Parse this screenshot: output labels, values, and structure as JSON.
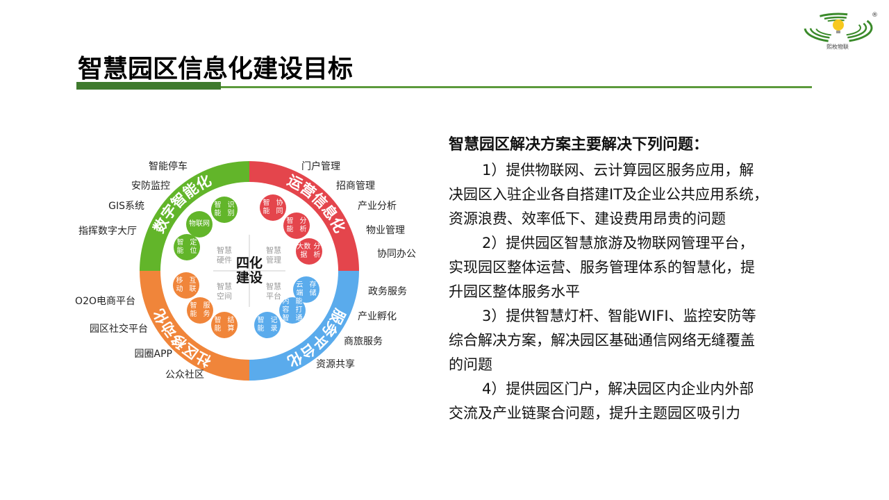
{
  "header": {
    "title": "智慧园区信息化建设目标",
    "logo_text": "熙枚物联"
  },
  "colors": {
    "green": "#62b52a",
    "red": "#e4454c",
    "blue": "#5aabec",
    "orange": "#f0853a",
    "title_bar": "#3f7a2e"
  },
  "diagram": {
    "center": "四化建设",
    "center_lines": [
      "四化",
      "建设"
    ],
    "ring": {
      "green": "数字智能化",
      "red": "运营信息化",
      "blue": "服务平台化",
      "orange": "社区移动化"
    },
    "quadrants": {
      "top_left": [
        "智慧",
        "硬件"
      ],
      "top_right": [
        "智慧",
        "管理"
      ],
      "bottom_left": [
        "智慧",
        "空间"
      ],
      "bottom_right": [
        "智慧",
        "平台"
      ]
    },
    "bubbles": {
      "green": [
        [
          "智能",
          "识别"
        ],
        [
          "物联",
          "网"
        ],
        [
          "智能",
          "定位"
        ]
      ],
      "red": [
        [
          "智能",
          "协同"
        ],
        [
          "智能",
          "分析"
        ],
        [
          "大数据",
          "分析"
        ]
      ],
      "orange": [
        [
          "移动",
          "互联"
        ],
        [
          "智能",
          "服务"
        ],
        [
          "智能",
          "结算"
        ]
      ],
      "blue": [
        [
          "云端",
          "存储"
        ],
        [
          "内容智",
          "能打通"
        ],
        [
          "智能",
          "记录"
        ]
      ]
    },
    "outer_left": [
      "智能停车",
      "安防监控",
      "GIS系统",
      "指挥数字大厅",
      "O2O电商平台",
      "园区社交平台",
      "园圈APP",
      "公众社区"
    ],
    "outer_right": [
      "门户管理",
      "招商管理",
      "产业分析",
      "物业管理",
      "协同办公",
      "政务服务",
      "产业孵化",
      "商旅服务",
      "资源共享"
    ]
  },
  "content": {
    "heading": "智慧园区解决方案主要解决下列问题：",
    "lines": [
      "1）提供物联网、云计算园区服务应用，解",
      "决园区入驻企业各自搭建IT及企业公共应用系统，",
      "资源浪费、效率低下、建设费用昂贵的问题",
      "2）提供园区智慧旅游及物联网管理平台，",
      "实现园区整体运营、服务管理体系的智慧化，提",
      "升园区整体服务水平",
      "3）提供智慧灯杆、智能WIFI、监控安防等",
      "综合解决方案，解决园区基础通信网络无缝覆盖",
      "的问题",
      "4）提供园区门户，解决园区内企业内外部",
      "交流及产业链聚合问题，提升主题园区吸引力"
    ]
  }
}
